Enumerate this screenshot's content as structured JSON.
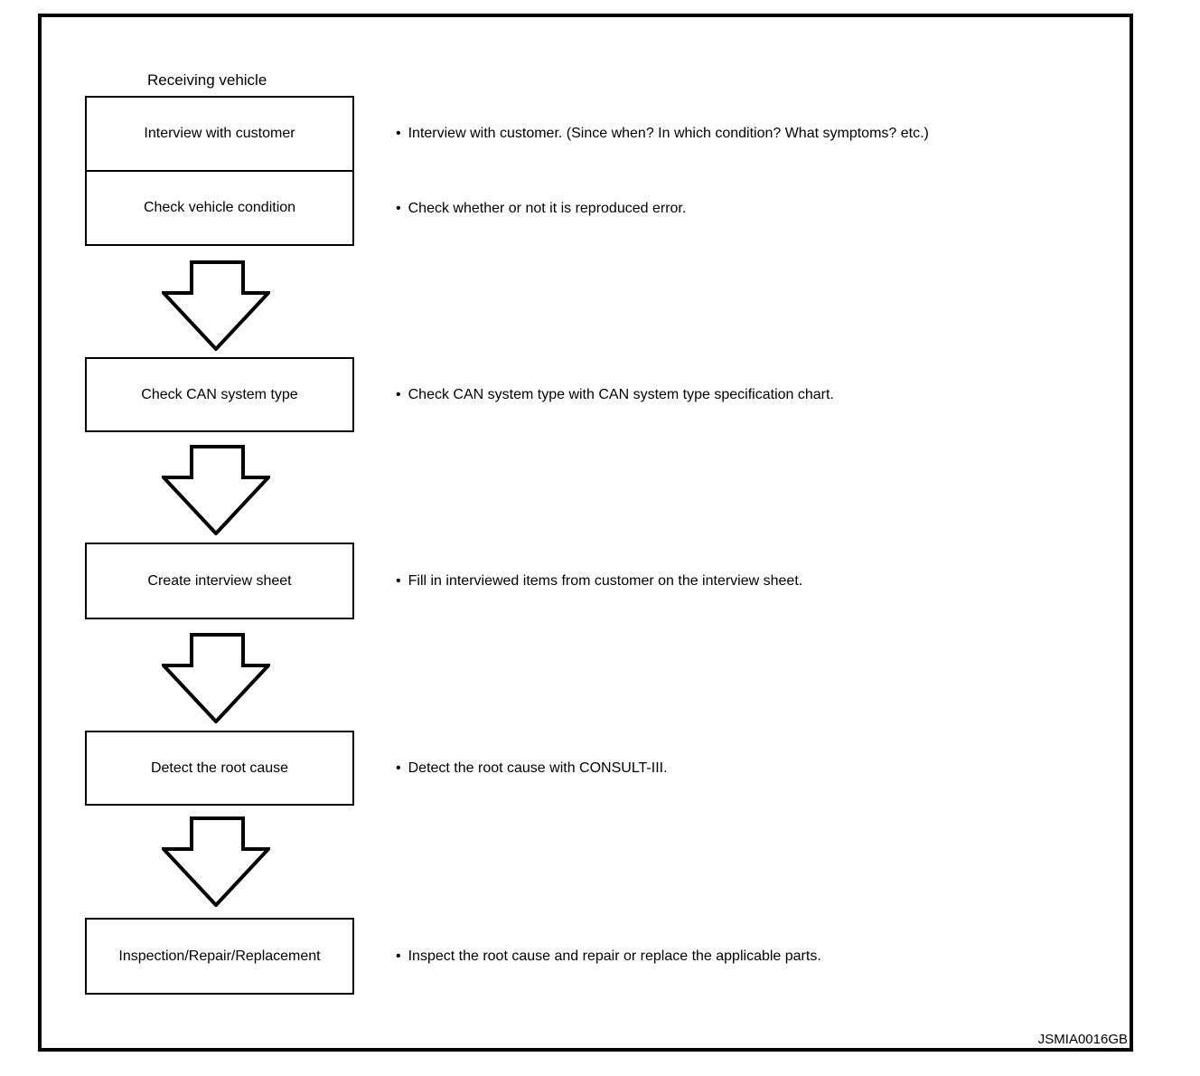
{
  "diagram": {
    "title_label": "Receiving vehicle",
    "bullet_marker": "•",
    "steps": [
      {
        "label": "Interview with customer",
        "note": "Interview with customer. (Since when? In which condition? What symptoms? etc.)"
      },
      {
        "label": "Check vehicle condition",
        "note": "Check whether or not it is reproduced error."
      },
      {
        "label": "Check CAN system type",
        "note": "Check CAN system type with CAN system type specification chart."
      },
      {
        "label": "Create interview sheet",
        "note": "Fill in interviewed items from customer on the interview sheet."
      },
      {
        "label": "Detect the root cause",
        "note": "Detect the root cause with CONSULT-III."
      },
      {
        "label": "Inspection/Repair/Replacement",
        "note": "Inspect the root cause and repair or replace the applicable parts."
      }
    ],
    "figure_code": "JSMIA0016GB",
    "colors": {
      "line": "#000000",
      "background": "#ffffff"
    }
  }
}
